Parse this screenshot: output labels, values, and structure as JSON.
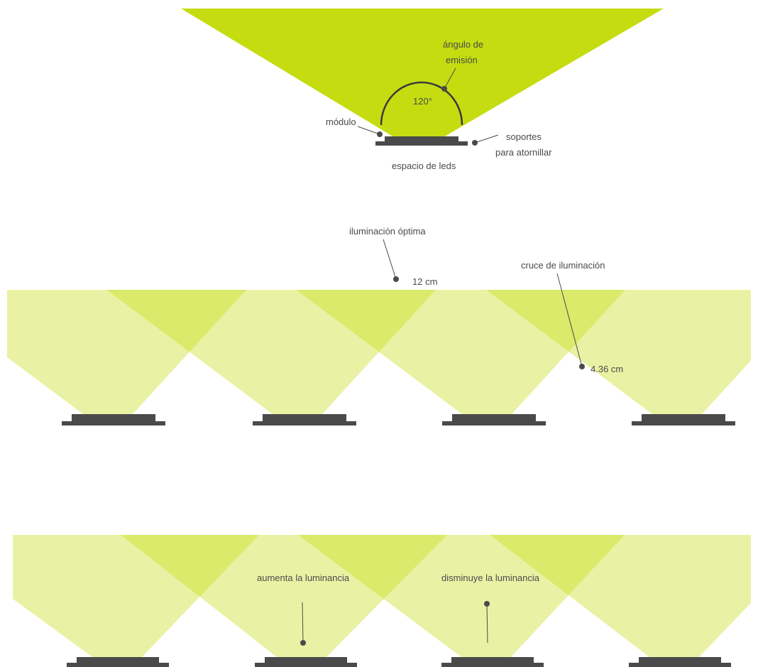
{
  "colors": {
    "beam": "#c5dc11",
    "beam_light": "#e3ee9a",
    "module": "#4a4a4a",
    "text": "#4a4a4a"
  },
  "top": {
    "angle_label_line1": "ángulo de",
    "angle_label_line2": "emisión",
    "angle_value": "120°",
    "module_label": "módulo",
    "supports_line1": "soportes",
    "supports_line2": "para atornillar",
    "leds_label": "espacio de leds"
  },
  "middle": {
    "optimal_label": "iluminación óptima",
    "optimal_value": "12 cm",
    "crossing_label": "cruce de iluminación",
    "crossing_value": "4.36 cm"
  },
  "bottom": {
    "increase_label": "aumenta la luminancia",
    "decrease_label": "disminuye la luminancia"
  }
}
